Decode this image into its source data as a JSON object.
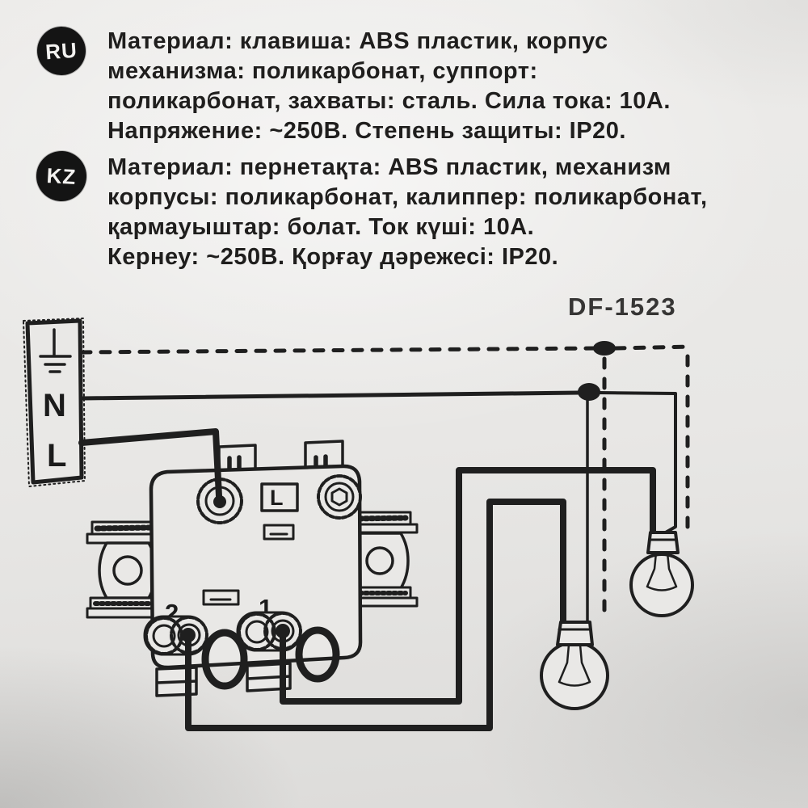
{
  "colors": {
    "paper": "#e8e7e5",
    "ink": "#1f1f1f"
  },
  "spec_ru": {
    "badge": "RU",
    "lines": [
      "Материал: клавиша: ABS пластик, корпус",
      "механизма: поликарбонат, суппорт:",
      "поликарбонат, захваты: сталь. Сила тока: 10А.",
      "Напряжение: ~250В. Степень защиты: IP20."
    ]
  },
  "spec_kz": {
    "badge": "KZ",
    "lines": [
      "Материал: пернетақта: ABS пластик, механизм",
      "корпусы: поликарбонат, калиппер: поликарбонат,",
      "қармауыштар: болат. Ток күші: 10А.",
      "Кернеу: ~250В. Қорғау дәрежесі: IP20."
    ]
  },
  "model_number": "DF-1523",
  "diagram": {
    "supply_labels": {
      "neutral": "N",
      "line": "L"
    },
    "switch_labels": {
      "line_terminal": "L",
      "terminal_left": "2",
      "terminal_right": "1"
    },
    "icons": {
      "ground": "earth-ground-icon",
      "lamps": [
        "light-bulb-icon",
        "light-bulb-icon"
      ]
    }
  }
}
